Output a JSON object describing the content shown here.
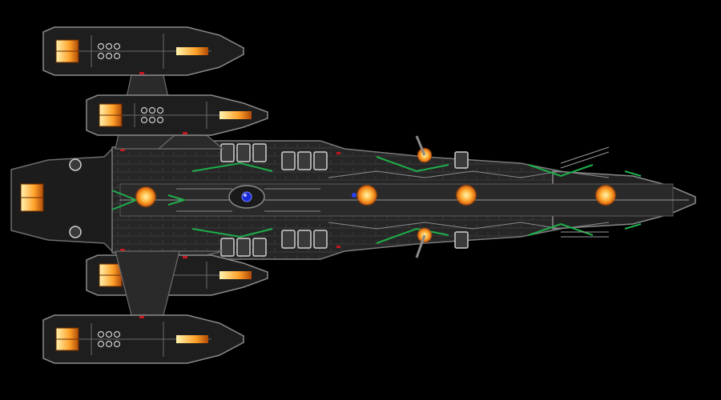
{
  "scene": {
    "subject": "starship-top-down-blueprint",
    "background_color": "#000000"
  },
  "palette": {
    "hull_dark": "#1c1c1c",
    "hull_mid": "#2e2e2e",
    "hull_light": "#454545",
    "panel_line": "#8a8a8a",
    "panel_bright": "#cfcfcf",
    "accent_green": "#1fae4a",
    "accent_red": "#c8141e",
    "engine_core": "#fff3b0",
    "engine_glow": "#ff9a1a",
    "engine_outer": "#c0500a",
    "bridge_blue": "#1a2cd8"
  },
  "components": {
    "main_hull": "main-hull",
    "prow": "prow",
    "nacelles": [
      "nacelle-top-outer",
      "nacelle-top-inner",
      "nacelle-center",
      "nacelle-bottom-inner",
      "nacelle-bottom-outer"
    ],
    "reactor_count": 5,
    "turret_count": 4,
    "cargo_pod_rows": 2,
    "bridge": "bridge-dome"
  }
}
